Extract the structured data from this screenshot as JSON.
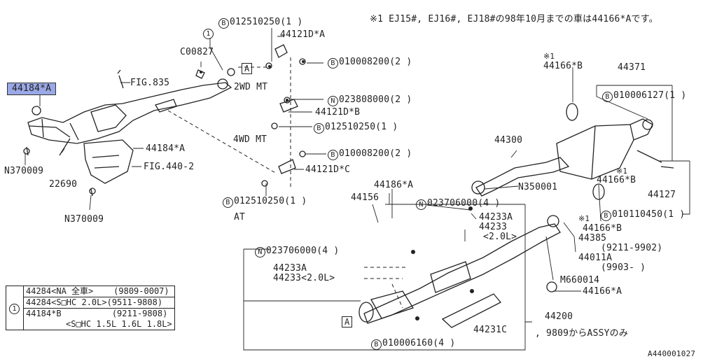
{
  "note": "※1 EJ15#, EJ16#, EJ18#の98年10月までの車は44166*Aです。",
  "diagram_id": "A440001027",
  "highlight_part": "44184*A",
  "labels": {
    "b012510250_top": "012510250(1 )",
    "p44121DA_top": "44121D*A",
    "c00827": "C00827",
    "fig835": "FIG.835",
    "wd2mt": "2WD MT",
    "b010008200_a": "010008200(2 )",
    "n023808000": "023808000(2 )",
    "p44121DB": "44121D*B",
    "b012510250_mid": "012510250(1 )",
    "wd4mt": "4WD MT",
    "p44184A_b": "44184*A",
    "fig4402": "FIG.440-2",
    "n370009_a": "N370009",
    "p22690": "22690",
    "n370009_b": "N370009",
    "b010008200_b": "010008200(2 )",
    "p44121DC": "44121D*C",
    "b012510250_low": "012510250(1 )",
    "at": "AT",
    "p44186A": "44186*A",
    "p44156": "44156",
    "n023706000_a": "023706000(4 )",
    "p44233A_a": "44233A",
    "p44233_a": "44233",
    "l20L_a": "<2.0L>",
    "n023706000_b": "023706000(4 )",
    "p44233A_b": "44233A",
    "p44233_20L": "44233<2.0L>",
    "p44300": "44300",
    "n350001": "N350001",
    "x1_a": "※1",
    "p44166B_a": "44166*B",
    "p44371": "44371",
    "b010006127": "010006127(1 )",
    "x1_b": "※1",
    "p44166B_b": "44166*B",
    "p44127": "44127",
    "b010110450": "010110450(1 )",
    "x1_c": "※1",
    "p44166B_c": "44166*B",
    "p44385": "44385",
    "r9211_9902": "(9211-9902)",
    "p44011A": "44011A",
    "r9903": "(9903-      )",
    "m660014": "M660014",
    "p44166A": "44166*A",
    "p44200": "44200",
    "p44231C": "44231C",
    "note_9809": ", 9809からASSYのみ",
    "b010006160": "010006160(4 )",
    "box_a": "A",
    "circle_1": "1",
    "b": "B",
    "n": "N"
  },
  "revision_table": {
    "key": "1",
    "rows": [
      {
        "part": "44284<NA 全車>",
        "range": "(9809-0007)"
      },
      {
        "part": "44284<S□HC 2.0L>",
        "range": "(9511-9808)"
      },
      {
        "part": "44184*B",
        "range": "(9211-9808)"
      },
      {
        "part": "<S□HC 1.5L 1.6L 1.8L>",
        "range": ""
      }
    ]
  }
}
